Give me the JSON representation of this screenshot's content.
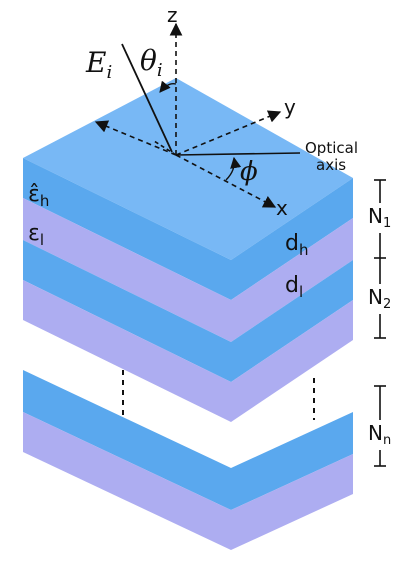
{
  "axes": {
    "z": "z",
    "y": "y",
    "x": "x"
  },
  "incident_field": {
    "field": "E",
    "field_sub": "i",
    "angle": "θ",
    "angle_sub": "i"
  },
  "optical_axis": {
    "line1": "Optical",
    "line2": "axis",
    "angle": "ϕ"
  },
  "materials": {
    "eps_h": "ε̂",
    "eps_h_sub": "h",
    "eps_l": "ε",
    "eps_l_sub": "l",
    "d_h": "d",
    "d_h_sub": "h",
    "d_l": "d",
    "d_l_sub": "l"
  },
  "periods": [
    {
      "base": "N",
      "sub": "1"
    },
    {
      "base": "N",
      "sub": "2"
    },
    {
      "base": "N",
      "sub": "n"
    }
  ],
  "colors": {
    "high_index": "#5aa8ee",
    "low_index": "#adadf1",
    "top_face": "#78b8f5"
  }
}
